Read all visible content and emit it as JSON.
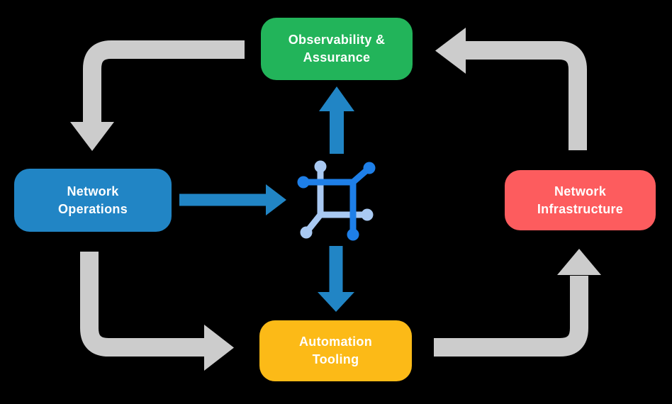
{
  "nodes": {
    "observability": {
      "line1": "Observability &",
      "line2": "Assurance",
      "color": "#22B45A"
    },
    "operations": {
      "line1": "Network",
      "line2": "Operations",
      "color": "#2185C5"
    },
    "infrastructure": {
      "line1": "Network",
      "line2": "Infrastructure",
      "color": "#FD5C5E"
    },
    "automation": {
      "line1": "Automation",
      "line2": "Tooling",
      "color": "#FCBA17"
    }
  },
  "colors": {
    "background": "#000000",
    "cycle_arrow_gray": "#CCCCCC",
    "flow_arrow_blue": "#2185C5",
    "icon_blue_dark": "#1E7FE8",
    "icon_blue_light": "#A9C9F2",
    "text_white": "#FFFFFF"
  },
  "icons": {
    "center": "network-mesh-icon"
  }
}
